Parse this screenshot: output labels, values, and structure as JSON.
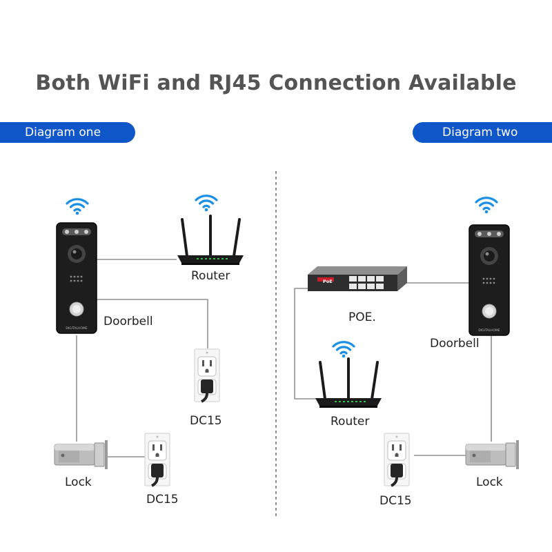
{
  "title": "Both WiFi and RJ45 Connection Available",
  "diagram_one": {
    "heading": "Diagram one",
    "doorbell_label": "Doorbell",
    "doorbell_brand": "DIGITALHOME",
    "router_label": "Router",
    "outlet_label": "DC15",
    "lock_label": "Lock",
    "lock_outlet_label": "DC15"
  },
  "diagram_two": {
    "heading": "Diagram two",
    "poe_label": "POE.",
    "poe_badge": "PoE",
    "router_label": "Router",
    "doorbell_label": "Doorbell",
    "doorbell_brand": "DIGITALHOME",
    "outlet_label": "DC15",
    "lock_label": "Lock"
  },
  "colors": {
    "accent": "#0f56c9",
    "wifi": "#1a8fe6",
    "device": "#1b1b1b",
    "wire": "#7a7a7a"
  }
}
